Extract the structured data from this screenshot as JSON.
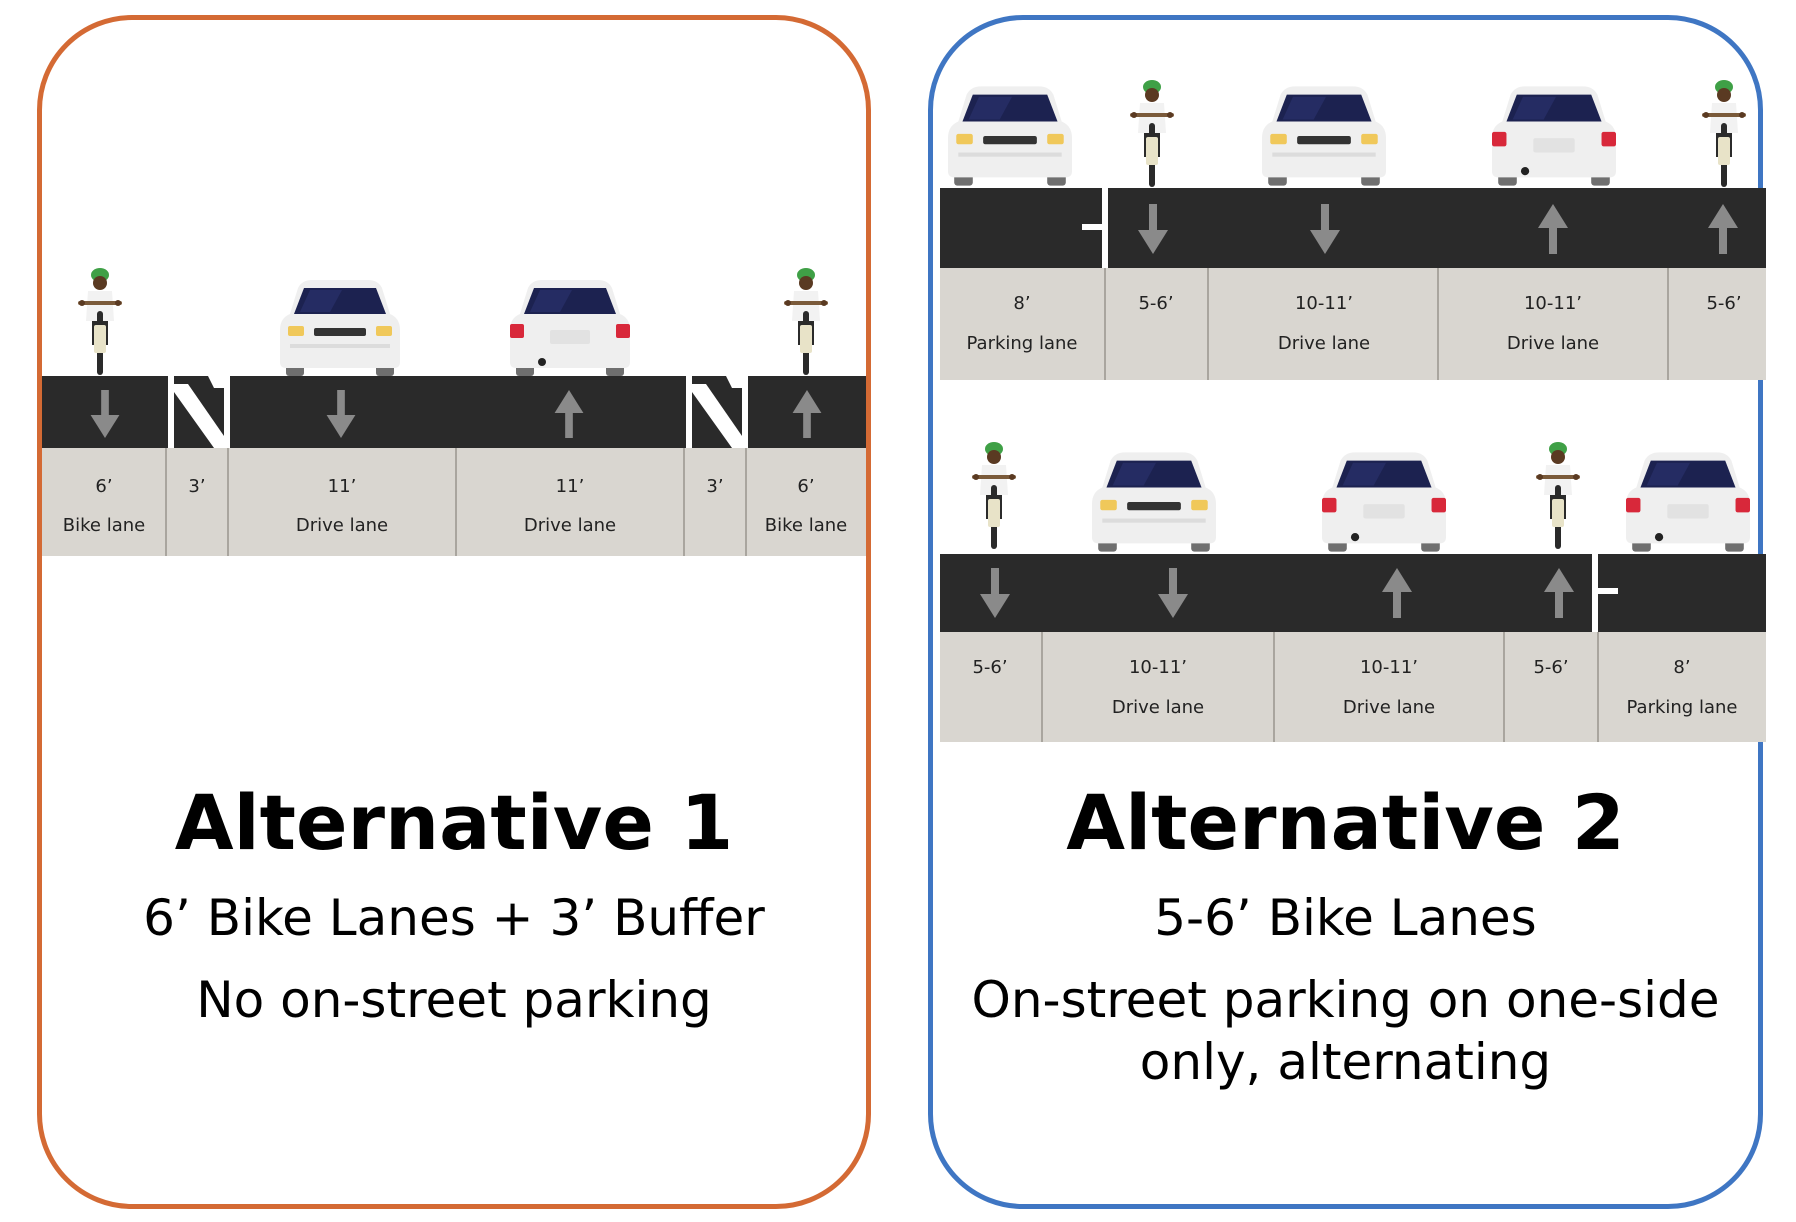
{
  "alt1": {
    "title": "Alternative 1",
    "line1": "6’ Bike Lanes + 3’ Buffer",
    "line2": "No on-street parking",
    "lanes": [
      {
        "width": "6’",
        "name": "Bike lane"
      },
      {
        "width": "3’",
        "name": ""
      },
      {
        "width": "11’",
        "name": "Drive lane"
      },
      {
        "width": "11’",
        "name": "Drive lane"
      },
      {
        "width": "3’",
        "name": ""
      },
      {
        "width": "6’",
        "name": "Bike lane"
      }
    ]
  },
  "alt2": {
    "title": "Alternative 2",
    "line1": "5-6’ Bike Lanes",
    "line2a": "On-street parking on one-side",
    "line2b": "only, alternating",
    "top_lanes": [
      {
        "width": "8’",
        "name": "Parking lane"
      },
      {
        "width": "5-6’",
        "name": ""
      },
      {
        "width": "10-11’",
        "name": "Drive lane"
      },
      {
        "width": "10-11’",
        "name": "Drive lane"
      },
      {
        "width": "5-6’",
        "name": ""
      }
    ],
    "bottom_lanes": [
      {
        "width": "5-6’",
        "name": ""
      },
      {
        "width": "10-11’",
        "name": "Drive lane"
      },
      {
        "width": "10-11’",
        "name": "Drive lane"
      },
      {
        "width": "5-6’",
        "name": ""
      },
      {
        "width": "8’",
        "name": "Parking lane"
      }
    ]
  },
  "colors": {
    "alt1_border": "#d46a34",
    "alt2_border": "#3f76c3",
    "asphalt": "#2a2a2a",
    "sidewalk": "#d9d6d0",
    "arrow": "#8a8a8a"
  }
}
